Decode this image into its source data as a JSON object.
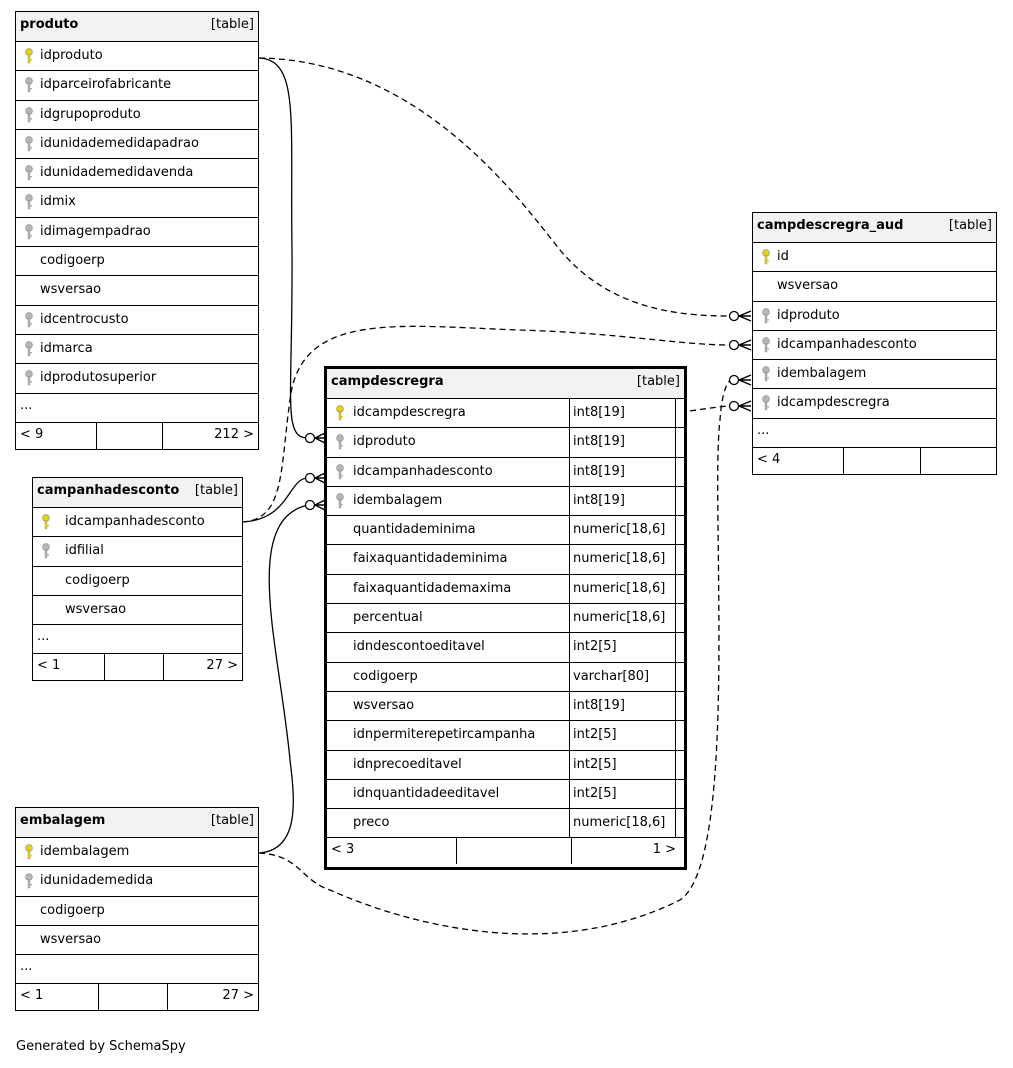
{
  "tables": {
    "produto": {
      "name": "produto",
      "type": "[table]",
      "columns": [
        "idproduto",
        "idparceirofabricante",
        "idgrupoproduto",
        "idunidademedidapadrao",
        "idunidademedidavenda",
        "idmix",
        "idimagempadrao",
        "codigoerp",
        "wsversao",
        "idcentrocusto",
        "idmarca",
        "idprodutosuperior"
      ],
      "ellipsis": "...",
      "footer": {
        "left": "< 9",
        "right": "212 >"
      }
    },
    "campanhadesconto": {
      "name": "campanhadesconto",
      "type": "[table]",
      "columns": [
        "idcampanhadesconto",
        "idfilial",
        "codigoerp",
        "wsversao"
      ],
      "ellipsis": "...",
      "footer": {
        "left": "< 1",
        "right": "27 >"
      }
    },
    "embalagem": {
      "name": "embalagem",
      "type": "[table]",
      "columns": [
        "idembalagem",
        "idunidademedida",
        "codigoerp",
        "wsversao"
      ],
      "ellipsis": "...",
      "footer": {
        "left": "< 1",
        "right": "27 >"
      }
    },
    "campdescregra": {
      "name": "campdescregra",
      "type": "[table]",
      "columns": [
        {
          "name": "idcampdescregra",
          "type": "int8[19]"
        },
        {
          "name": "idproduto",
          "type": "int8[19]"
        },
        {
          "name": "idcampanhadesconto",
          "type": "int8[19]"
        },
        {
          "name": "idembalagem",
          "type": "int8[19]"
        },
        {
          "name": "quantidademinima",
          "type": "numeric[18,6]"
        },
        {
          "name": "faixaquantidademinima",
          "type": "numeric[18,6]"
        },
        {
          "name": "faixaquantidademaxima",
          "type": "numeric[18,6]"
        },
        {
          "name": "percentual",
          "type": "numeric[18,6]"
        },
        {
          "name": "idndescontoeditavel",
          "type": "int2[5]"
        },
        {
          "name": "codigoerp",
          "type": "varchar[80]"
        },
        {
          "name": "wsversao",
          "type": "int8[19]"
        },
        {
          "name": "idnpermiterepetircampanha",
          "type": "int2[5]"
        },
        {
          "name": "idnprecoeditavel",
          "type": "int2[5]"
        },
        {
          "name": "idnquantidadeeditavel",
          "type": "int2[5]"
        },
        {
          "name": "preco",
          "type": "numeric[18,6]"
        }
      ],
      "footer": {
        "left": "< 3",
        "right": "1 >"
      }
    },
    "campdescregra_aud": {
      "name": "campdescregra_aud",
      "type": "[table]",
      "columns": [
        "id",
        "wsversao",
        "idproduto",
        "idcampanhadesconto",
        "idembalagem",
        "idcampdescregra"
      ],
      "ellipsis": "...",
      "footer": {
        "left": "< 4",
        "right": ""
      }
    }
  },
  "key_kinds": {
    "primary": "#e6d200",
    "foreign": "#b5b5b5"
  },
  "credit": "Generated by SchemaSpy"
}
